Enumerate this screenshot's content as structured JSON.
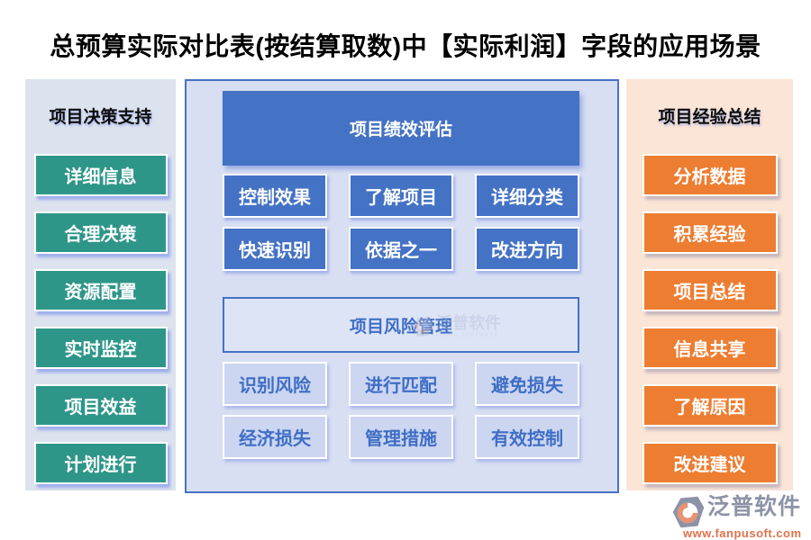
{
  "title": "总预算实际对比表(按结算取数)中【实际利润】字段的应用场景",
  "colors": {
    "green": "#2E9688",
    "blue": "#4472C4",
    "orange": "#ED7D31",
    "center_bg": "#D8DFF3",
    "left_bg": "#DCE3EE",
    "right_bg": "#FBE5D6",
    "lite_button_bg": "#CCD6F1",
    "logo_gray": "#8D93A6",
    "logo_orange": "#E0714A"
  },
  "left_panel": {
    "title": "项目决策支持",
    "items": [
      {
        "label": "详细信息"
      },
      {
        "label": "合理决策"
      },
      {
        "label": "资源配置"
      },
      {
        "label": "实时监控"
      },
      {
        "label": "项目效益"
      },
      {
        "label": "计划进行"
      }
    ]
  },
  "center_panel": {
    "performance": {
      "title": "项目绩效评估",
      "items": [
        {
          "label": "控制效果"
        },
        {
          "label": "了解项目"
        },
        {
          "label": "详细分类"
        },
        {
          "label": "快速识别"
        },
        {
          "label": "依据之一"
        },
        {
          "label": "改进方向"
        }
      ]
    },
    "risk": {
      "title": "项目风险管理",
      "items": [
        {
          "label": "识别风险"
        },
        {
          "label": "进行匹配"
        },
        {
          "label": "避免损失"
        },
        {
          "label": "经济损失"
        },
        {
          "label": "管理措施"
        },
        {
          "label": "有效控制"
        }
      ]
    }
  },
  "right_panel": {
    "title": "项目经验总结",
    "items": [
      {
        "label": "分析数据"
      },
      {
        "label": "积累经验"
      },
      {
        "label": "项目总结"
      },
      {
        "label": "信息共享"
      },
      {
        "label": "了解原因"
      },
      {
        "label": "改进建议"
      }
    ]
  },
  "watermark": {
    "name": "泛普软件",
    "subtitle": "FANPU SOFTWARE"
  },
  "footer_logo": {
    "name": "泛普软件",
    "url": "www.fanpusoft.com"
  }
}
